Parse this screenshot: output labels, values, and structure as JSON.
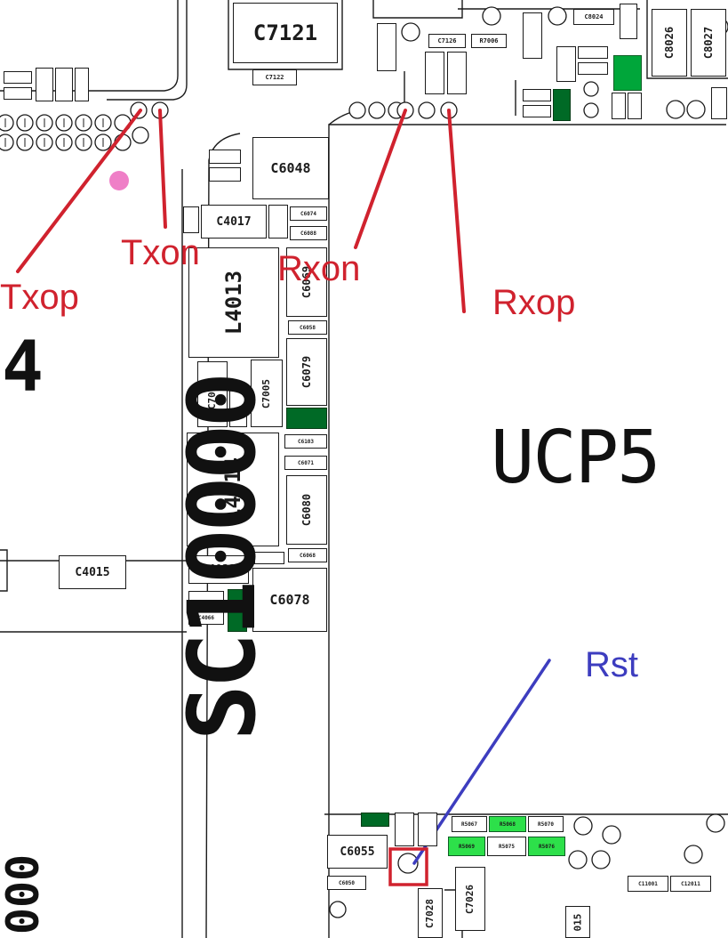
{
  "colors": {
    "trace": "#1b1b1b",
    "annotation_red": "#d0222e",
    "annotation_blue": "#3d3dbf",
    "marker_pink": "#ef7fc7",
    "green_pad": "#00a63a",
    "highlight_box": "#d0222e"
  },
  "annotations": {
    "txop": "Txop",
    "txon": "Txon",
    "rxon": "Rxon",
    "rxop": "Rxop",
    "rst": "Rst"
  },
  "big_labels": {
    "sc10000": "SC10000",
    "ucp5": "UCP5",
    "left_4": "4",
    "bottom_left_000": "000"
  },
  "components": {
    "c7121": "C7121",
    "c7122": "C7122",
    "c6048": "C6048",
    "c4017": "C4017",
    "l4013": "L4013",
    "l4014": "L4014",
    "c6079": "C6079",
    "c7005": "C7005",
    "c7010": "C7010",
    "c6080": "C6080",
    "c4015": "C4015",
    "c4022": "C4022",
    "c6078": "C6078",
    "c6055": "C6055",
    "c7028": "C7028",
    "c7026": "C7026",
    "c8026": "C8026",
    "c8027": "C8027",
    "c7126": "C7126",
    "r7006": "R7006",
    "c8024": "C8024",
    "c6074": "C6074",
    "c6088": "C6088",
    "c6058": "C6058",
    "c6103": "C6103",
    "c6071": "C6071",
    "c6068": "C6068",
    "r5067": "R5067",
    "r5068": "R5068",
    "r5070": "R5070",
    "r5069": "R5069",
    "r5075": "R5075",
    "r5076": "R5076",
    "c6050": "C6050",
    "c4066": "C4066",
    "c11001": "C11001",
    "c12011": "C12011",
    "n015": "015"
  }
}
